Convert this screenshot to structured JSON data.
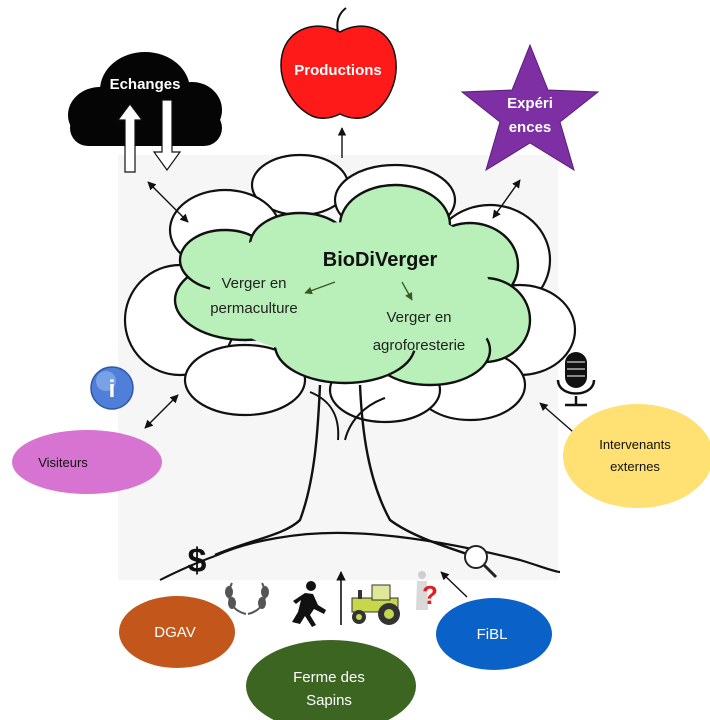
{
  "center": {
    "title": "BioDiVerger",
    "left_line1": "Verger en",
    "left_line2": "permaculture",
    "right_line1": "Verger en",
    "right_line2": "agroforesterie"
  },
  "nodes": {
    "echanges": "Echanges",
    "productions": "Productions",
    "experiences_line1": "Expéri",
    "experiences_line2": "ences",
    "visiteurs": "Visiteurs",
    "intervenants_line1": "Intervenants",
    "intervenants_line2": "externes",
    "dgav": "DGAV",
    "ferme_line1": "Ferme des",
    "ferme_line2": "Sapins",
    "fibl": "FiBL"
  },
  "icons": {
    "info": "i",
    "dollar": "$",
    "question": "?"
  },
  "colors": {
    "canopy": "#b9f0b9",
    "productions": "#ff1a1a",
    "experiences": "#7d2fa3",
    "visiteurs": "#d774d1",
    "intervenants": "#ffe072",
    "dgav": "#c3561a",
    "ferme": "#3d6522",
    "fibl": "#0a62c9"
  }
}
